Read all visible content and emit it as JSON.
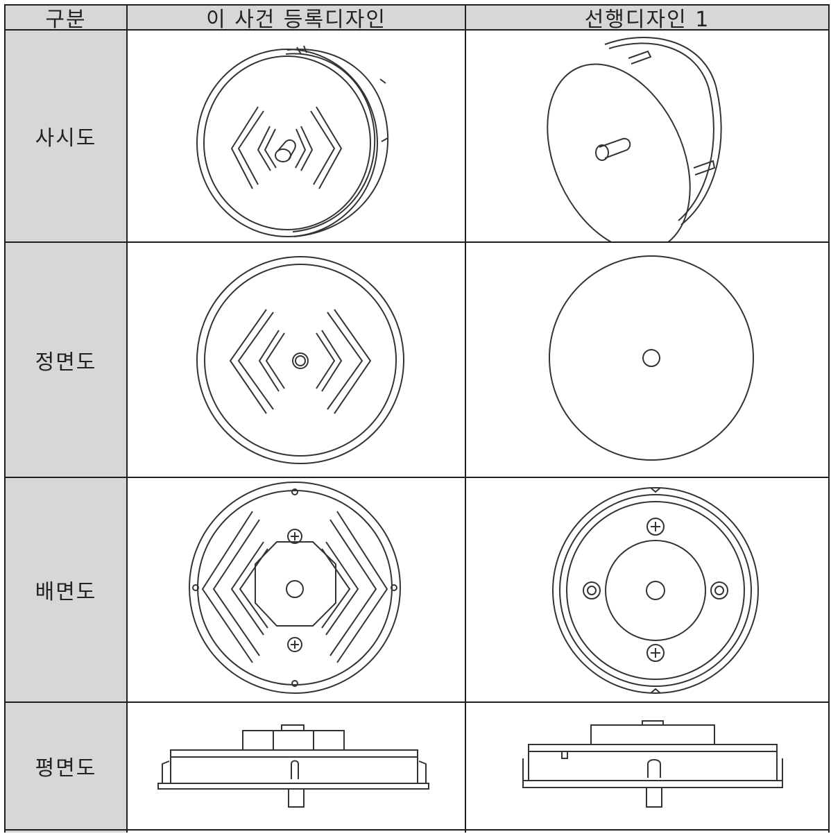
{
  "table": {
    "header": {
      "category": "구분",
      "registered_design": "이 사건 등록디자인",
      "prior_design": "선행디자인 1"
    },
    "rows": [
      {
        "label": "사시도"
      },
      {
        "label": "정면도"
      },
      {
        "label": "배면도"
      },
      {
        "label": "평면도"
      }
    ]
  },
  "colors": {
    "header_bg": "#d7d7d7",
    "label_bg": "#d7d7d7",
    "line": "#1e1e1e"
  }
}
